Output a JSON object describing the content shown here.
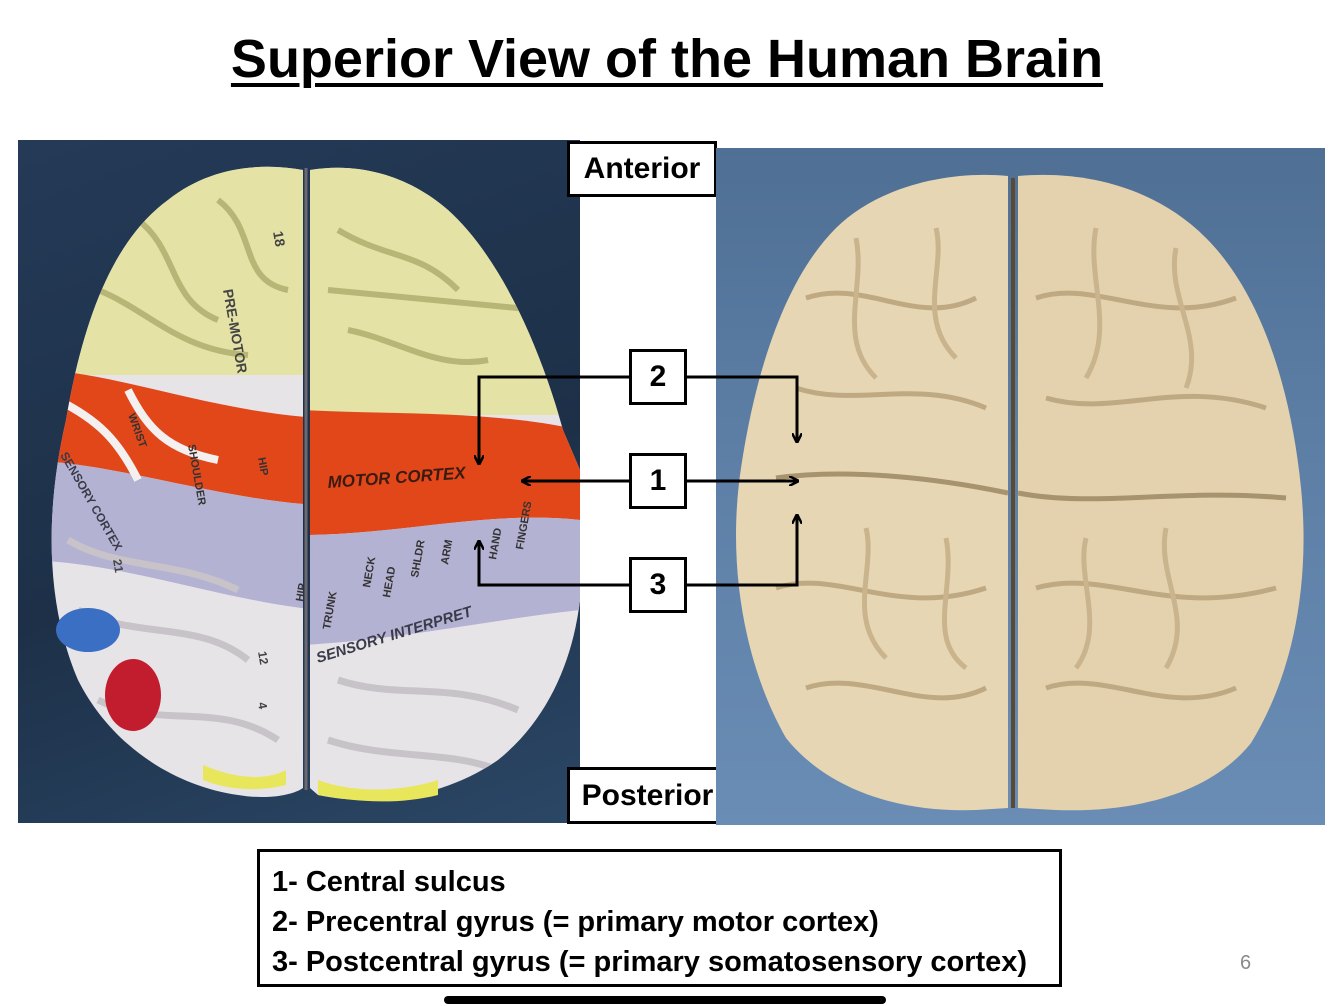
{
  "title": "Superior View of the Human Brain",
  "orientation": {
    "anterior": "Anterior",
    "posterior": "Posterior"
  },
  "callouts": [
    "2",
    "1",
    "3"
  ],
  "legend": [
    "1- Central sulcus",
    "2- Precentral gyrus (= primary motor cortex)",
    "3- Postcentral gyrus (= primary somatosensory cortex)"
  ],
  "left_model_labels": {
    "premotor": "PRE-MOTOR",
    "area_18": "18",
    "motor_cortex": "MOTOR CORTEX",
    "sensory_interpret": "SENSORY INTERPRET",
    "sensory_cortex": "SENSORY CORTEX",
    "hip": "HIP",
    "trunk": "TRUNK",
    "neck": "NECK",
    "head": "HEAD",
    "shoulder_short": "SHLDR",
    "arm": "ARM",
    "hand": "HAND",
    "fingers": "FINGERS",
    "shoulder": "SHOULDER",
    "wrist": "WRIST",
    "number_12": "12",
    "number_4": "4",
    "number_21": "21"
  },
  "page_number": "6",
  "colors": {
    "premotor_yellow": "#e4e2a4",
    "motor_red": "#e2471a",
    "sensory_lavender": "#b4b2d2",
    "model_white": "#e7e4e8",
    "plaster_beige": "#e7d6b4",
    "backdrop_left": "#1f3350",
    "backdrop_right": "#5d7fa6"
  }
}
